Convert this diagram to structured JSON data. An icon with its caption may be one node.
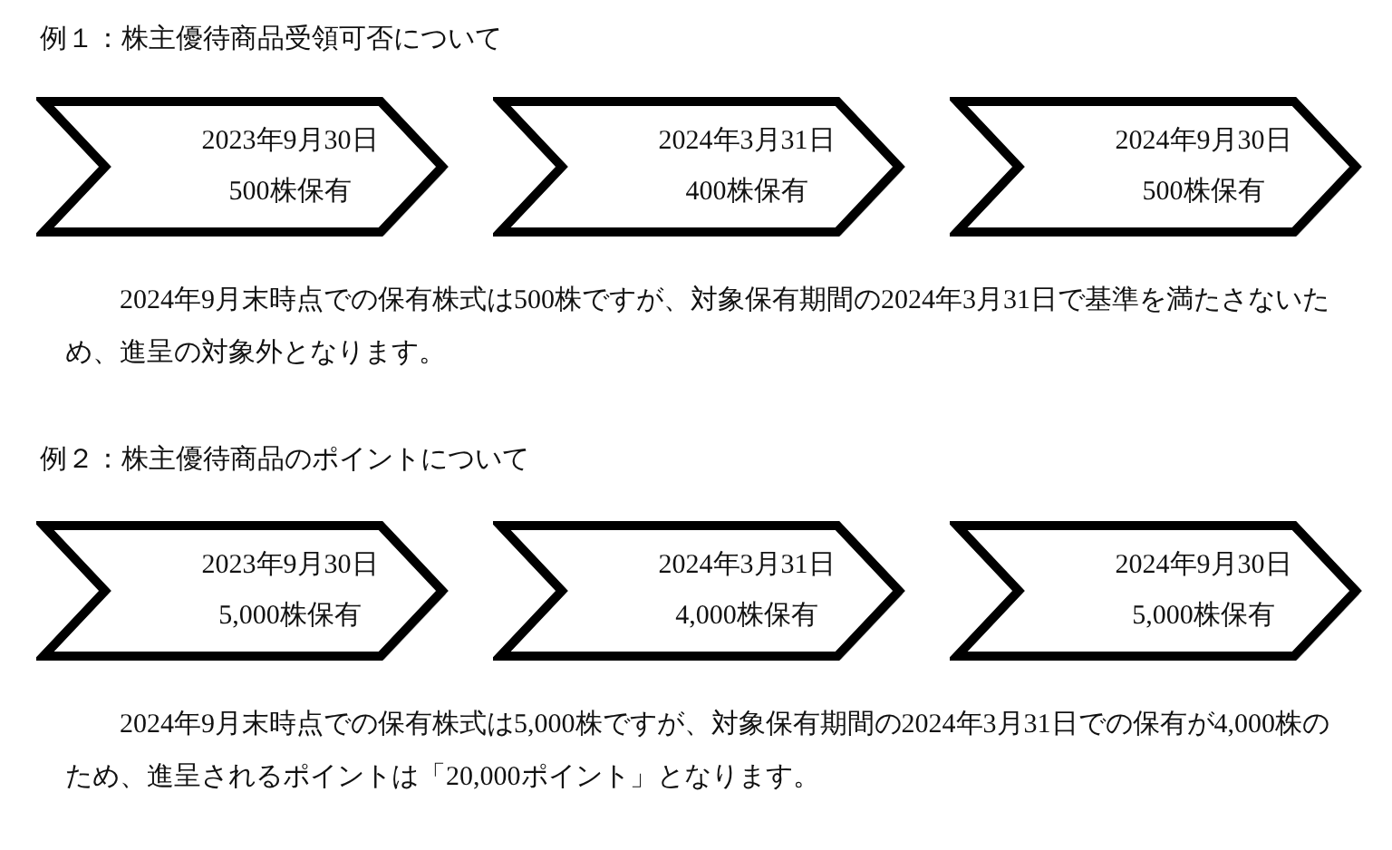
{
  "diagram": {
    "nodes": [
      {
        "text": [
          "2023年9月30日",
          "500株保有"
        ]
      },
      {
        "text": [
          "2024年3月31日",
          "400株保有"
        ]
      },
      {
        "text": [
          "2024年9月30日",
          "500株保有"
        ]
      },
      {
        "text": [
          "2023年9月30日",
          "5,000株保有"
        ]
      },
      {
        "text": [
          "2024年3月31日",
          "4,000株保有"
        ]
      },
      {
        "text": [
          "2024年9月30日",
          "5,000株保有"
        ]
      }
    ],
    "labels": [
      "例１：株主優待商品受領可否について",
      "2024年9月末時点での保有株式は500株ですが、対象保有期間の2024年3月31日で基準を満たさないため、進呈の対象外となります。",
      "例２：株主優待商品のポイントについて",
      "2024年9月末時点での保有株式は5,000株ですが、対象保有期間の2024年3月31日での保有が4,000株のため、進呈されるポイントは「20,000ポイント」となります。"
    ]
  }
}
